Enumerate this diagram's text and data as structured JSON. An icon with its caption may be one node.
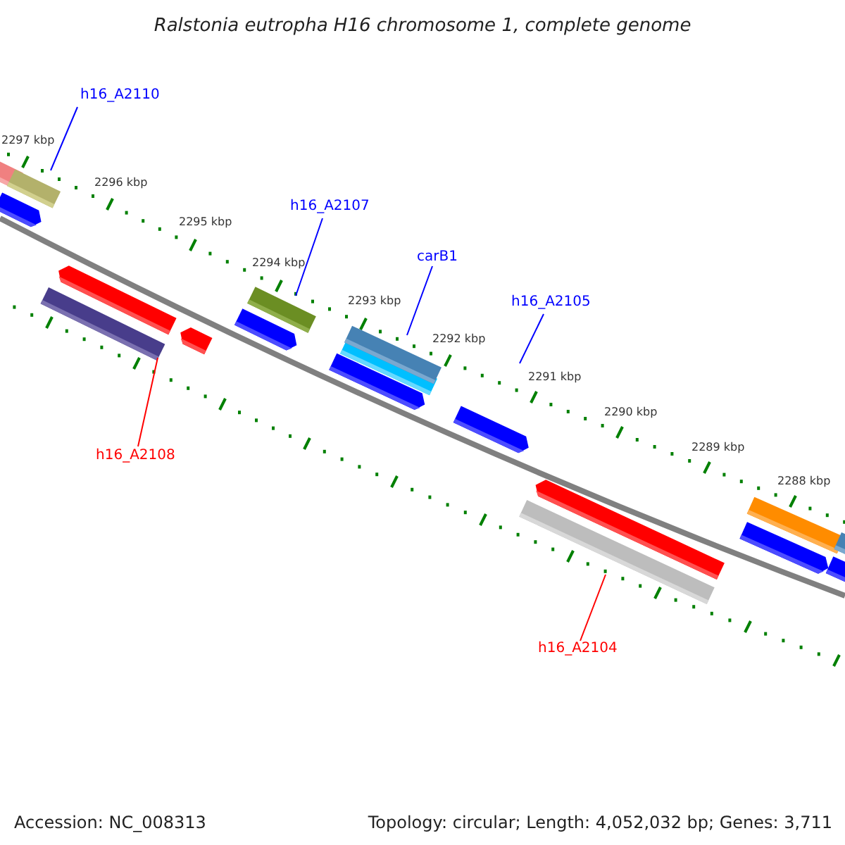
{
  "diagram": {
    "title": "Ralstonia eutropha H16 chromosome 1, complete genome",
    "nodes": [
      {
        "text": [
          "h16_A2110"
        ]
      },
      {
        "text": [],
        "shape": "bar"
      },
      {
        "text": [
          "h16_A2107"
        ]
      },
      {
        "text": [],
        "shape": "bar"
      },
      {
        "text": [
          "carB1"
        ]
      },
      {
        "text": [],
        "shape": "bar"
      },
      {
        "text": [
          "h16_A2105"
        ]
      },
      {
        "text": [
          "h16_A2108"
        ]
      },
      {
        "text": [],
        "shape": "bar"
      },
      {
        "text": [
          "h16_A2104"
        ]
      },
      {
        "text": [],
        "shape": "bar"
      }
    ],
    "edges": [
      {
        "from": 0,
        "to": 1,
        "arrow": "none"
      },
      {
        "from": 2,
        "to": 3,
        "arrow": "none"
      },
      {
        "from": 4,
        "to": 5,
        "arrow": "none"
      },
      {
        "from": 6,
        "to": null,
        "arrow": "none"
      },
      {
        "from": 7,
        "to": 8,
        "arrow": "none",
        "color": "#ff0000"
      },
      {
        "from": 9,
        "to": 10,
        "arrow": "none",
        "color": "#ff0000"
      }
    ],
    "labels": [
      "2297 kbp",
      "2296 kbp",
      "2295 kbp",
      "2294 kbp",
      "2293 kbp",
      "2292 kbp",
      "2291 kbp",
      "2290 kbp",
      "2289 kbp",
      "2288 kbp",
      "Accession: NC_008313",
      "Topology: circular; Length: 4,052,032 bp; Genes: 3,711"
    ]
  }
}
